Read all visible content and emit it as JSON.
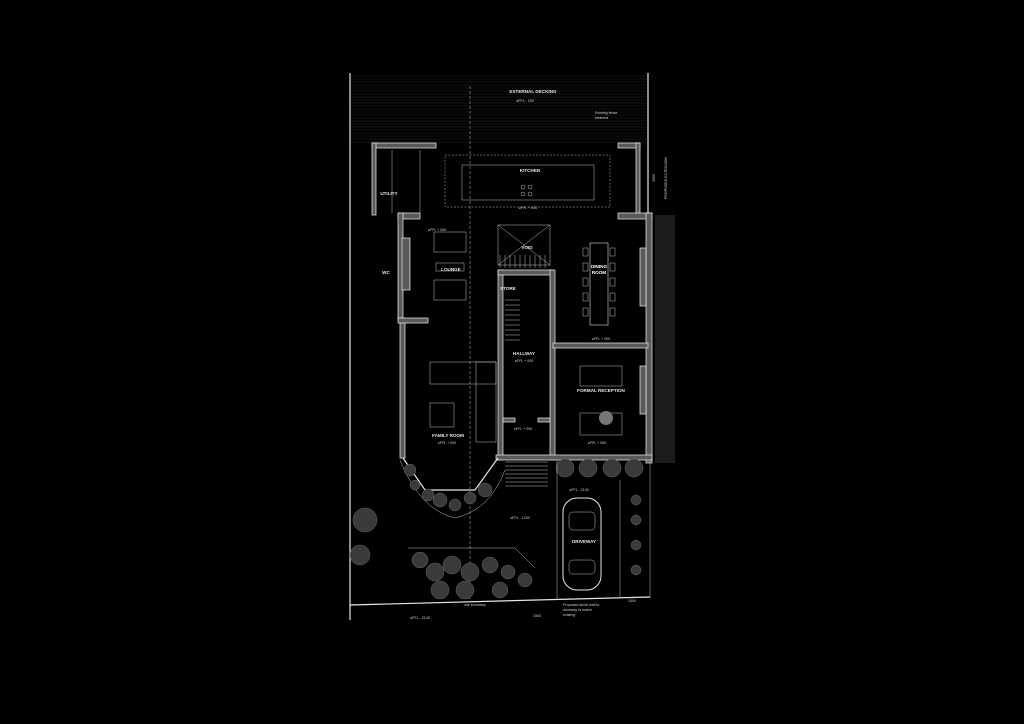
{
  "plan": {
    "rooms": {
      "external_decking": "EXTERNAL DECKING",
      "kitchen": "KITCHEN",
      "utility": "UTILITY",
      "lounge": "LOUNGE",
      "void": "VOID",
      "store": "STORE",
      "dining_room_1": "DINING",
      "dining_room_2": "ROOM",
      "wc": "WC",
      "hallway": "HALLWAY",
      "formal_reception": "FORMAL RECEPTION",
      "family_room": "FAMILY ROOM",
      "driveway": "DRIVEWAY"
    },
    "levels": {
      "decking": "⌀FFL - 150",
      "kitchen": "⌀FFL + 000",
      "lounge": "⌀FFL + 000",
      "dining": "⌀FFL + 000",
      "hallway": "⌀FFL + 000",
      "hall_lower": "⌀FFL + 000",
      "family": "⌀FFL + 000",
      "reception": "⌀FFL + 000",
      "front_garden": "⌀FFL - 1200",
      "driveway": "⌀FFL - 2140",
      "street": "⌀FFL - 2140"
    },
    "notes": {
      "fence_1": "Existing fence",
      "fence_2": "retained",
      "proposed_extension": "PROPOSED EXTENSION",
      "wall_note_1": "Proposed stone wall to",
      "wall_note_2": "driveway to match",
      "wall_note_3": "existing.",
      "site_boundary": "site boundary",
      "dim_1": "1500",
      "dim_2": "1500",
      "dim_3": "3000"
    },
    "colors": {
      "background": "#000000",
      "lines": "#e6e6e6",
      "walls": "#5a5a5a"
    }
  }
}
